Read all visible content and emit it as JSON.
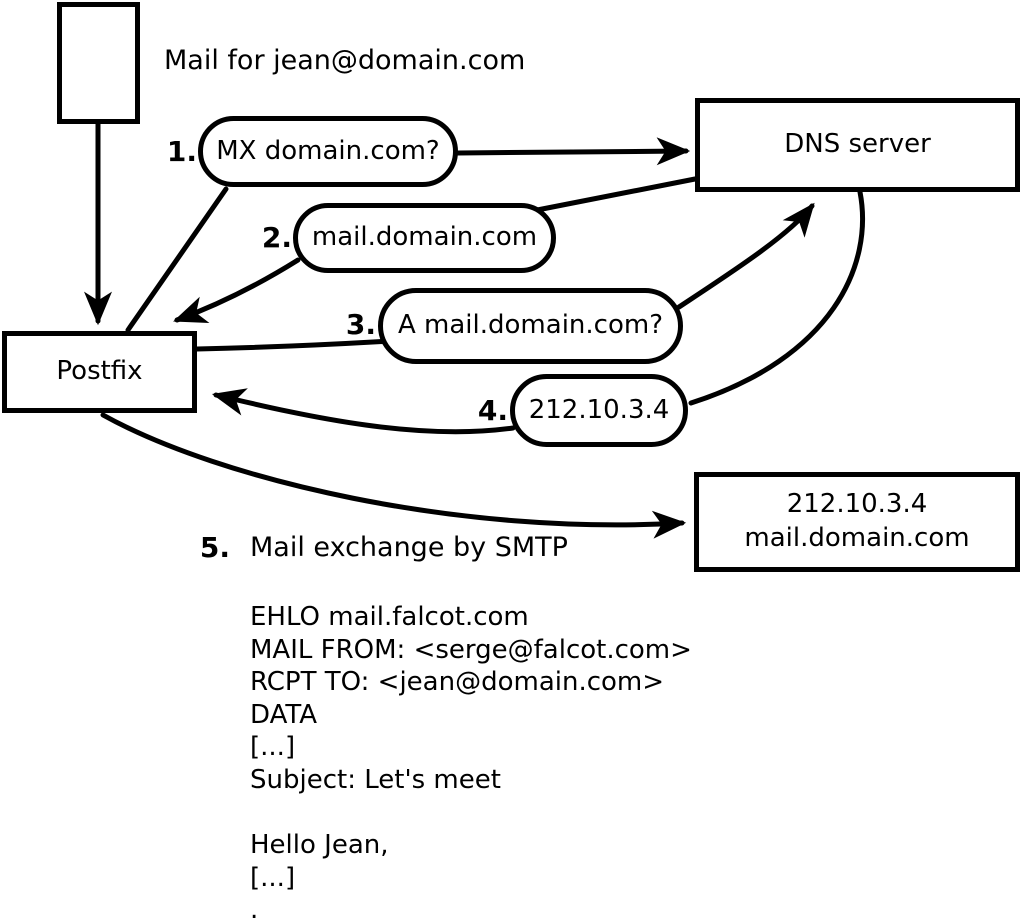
{
  "colors": {
    "ink": "#000000",
    "background": "#ffffff"
  },
  "caption": {
    "mail_for": "Mail for jean@domain.com"
  },
  "nodes": {
    "postfix": {
      "label": "Postfix"
    },
    "dns_server": {
      "label": "DNS server"
    },
    "mail_server": {
      "line1": "212.10.3.4",
      "line2": "mail.domain.com"
    }
  },
  "steps": [
    {
      "number": "1.",
      "label": "MX domain.com?"
    },
    {
      "number": "2.",
      "label": "mail.domain.com"
    },
    {
      "number": "3.",
      "label": "A mail.domain.com?"
    },
    {
      "number": "4.",
      "label": "212.10.3.4"
    },
    {
      "number": "5.",
      "label": "Mail exchange by SMTP"
    }
  ],
  "smtp": {
    "lines": [
      "EHLO mail.falcot.com",
      "MAIL FROM: <serge@falcot.com>",
      "RCPT TO: <jean@domain.com>",
      "DATA",
      "[...]",
      "Subject: Let's meet",
      "",
      "Hello Jean,",
      "[...]",
      "."
    ]
  }
}
